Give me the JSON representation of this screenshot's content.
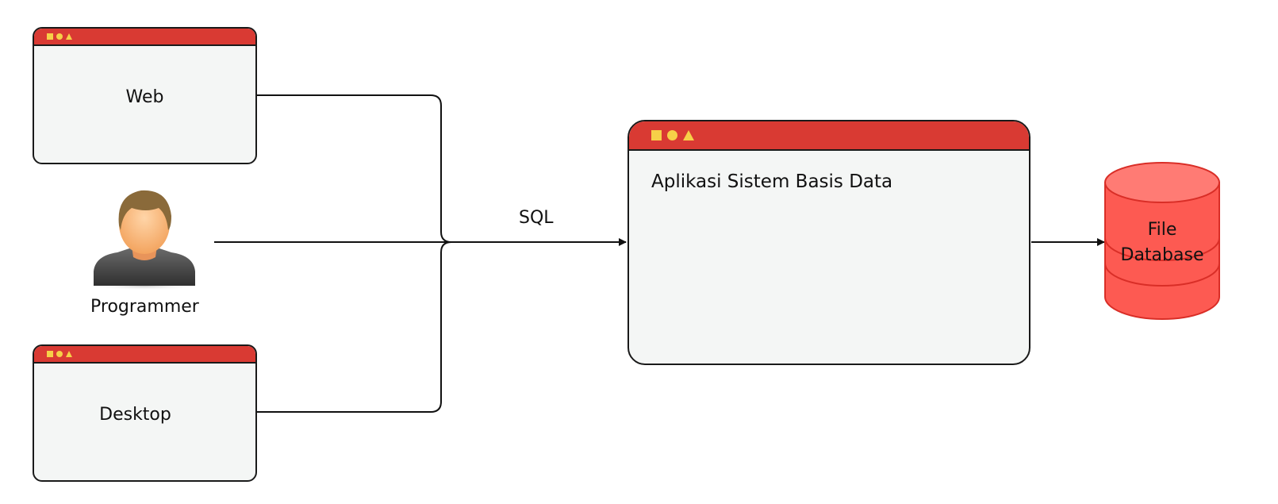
{
  "nodes": {
    "web": {
      "label": "Web"
    },
    "desktop": {
      "label": "Desktop"
    },
    "programmer": {
      "label": "Programmer"
    },
    "app": {
      "label": "Aplikasi Sistem Basis Data"
    },
    "database": {
      "label": "File\nDatabase"
    }
  },
  "edges": {
    "sql": {
      "label": "SQL"
    }
  },
  "colors": {
    "window_bar": "#d93a33",
    "window_controls": "#f6d048",
    "window_body": "#f4f6f5",
    "database_fill": "#fd5a52",
    "database_top": "#ff7b74"
  }
}
